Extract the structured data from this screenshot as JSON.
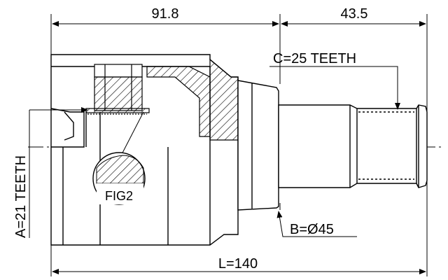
{
  "dimensions": {
    "top_left": "91.8",
    "top_right": "43.5",
    "bottom": "L=140"
  },
  "callouts": {
    "spline_outer": "C=25 TEETH",
    "spline_inner": "A=21 TEETH",
    "diameter": "B=Ø45",
    "figure": "FIG2"
  },
  "colors": {
    "line": "#000000",
    "background": "#ffffff"
  }
}
